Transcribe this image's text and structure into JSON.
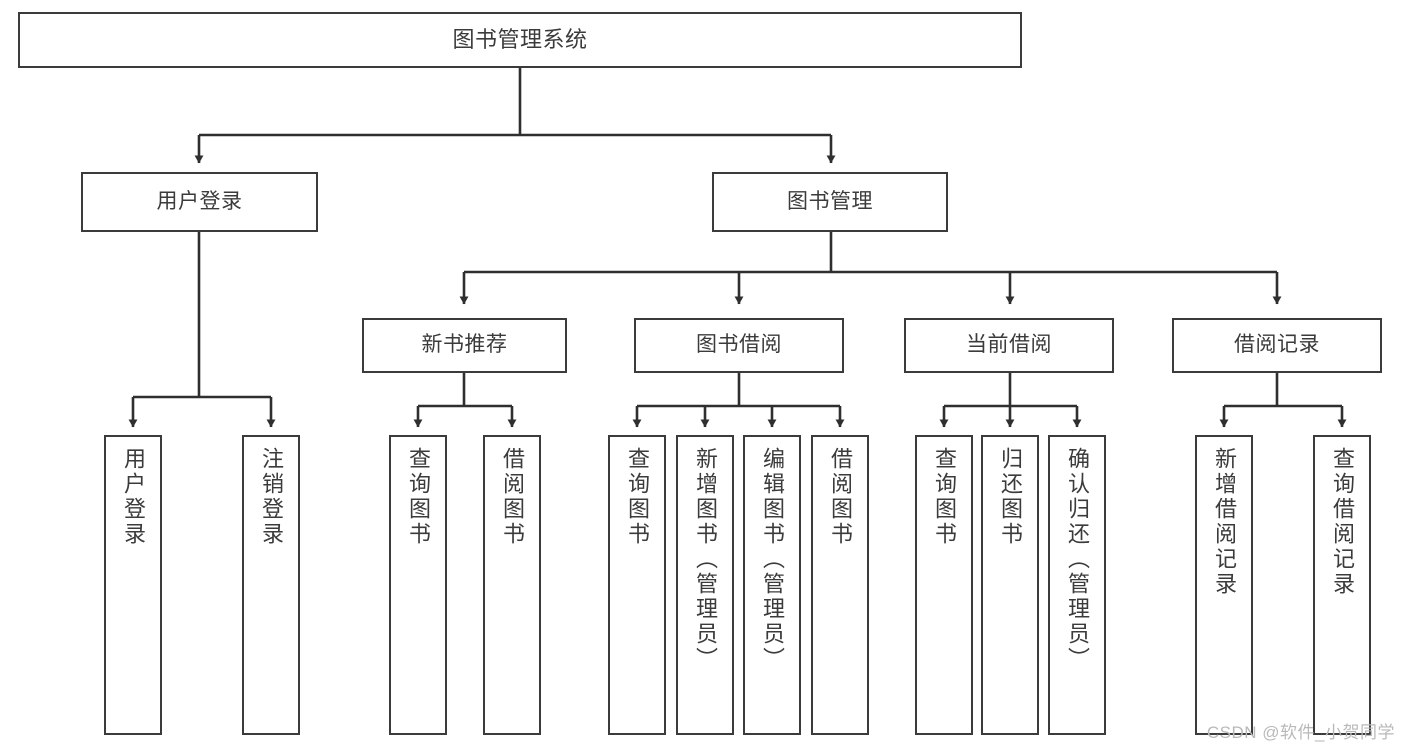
{
  "diagram": {
    "title": "图书管理系统",
    "type": "tree-hierarchy-chart",
    "colors": {
      "box_stroke": "#3b3b3b",
      "box_fill": "#ffffff",
      "edge_stroke": "#2f2f2f",
      "text": "#3b3b3b",
      "watermark": "#b9b9b9",
      "background": "#ffffff"
    },
    "root": {
      "label": "图书管理系统"
    },
    "level2": [
      {
        "label": "用户登录"
      },
      {
        "label": "图书管理"
      }
    ],
    "level3": [
      {
        "label": "新书推荐"
      },
      {
        "label": "图书借阅"
      },
      {
        "label": "当前借阅"
      },
      {
        "label": "借阅记录"
      }
    ],
    "leaves": {
      "user_login": [
        {
          "label": "用户登录"
        },
        {
          "label": "注销登录"
        }
      ],
      "new_book_recommend": [
        {
          "label": "查询图书"
        },
        {
          "label": "借阅图书"
        }
      ],
      "book_borrow": [
        {
          "label": "查询图书"
        },
        {
          "label": "新增图书（管理员）"
        },
        {
          "label": "编辑图书（管理员）"
        },
        {
          "label": "借阅图书"
        }
      ],
      "current_borrow": [
        {
          "label": "查询图书"
        },
        {
          "label": "归还图书"
        },
        {
          "label": "确认归还（管理员）"
        }
      ],
      "borrow_records": [
        {
          "label": "新增借阅记录"
        },
        {
          "label": "查询借阅记录"
        }
      ]
    },
    "watermark": "CSDN @软件_小贺同学"
  }
}
